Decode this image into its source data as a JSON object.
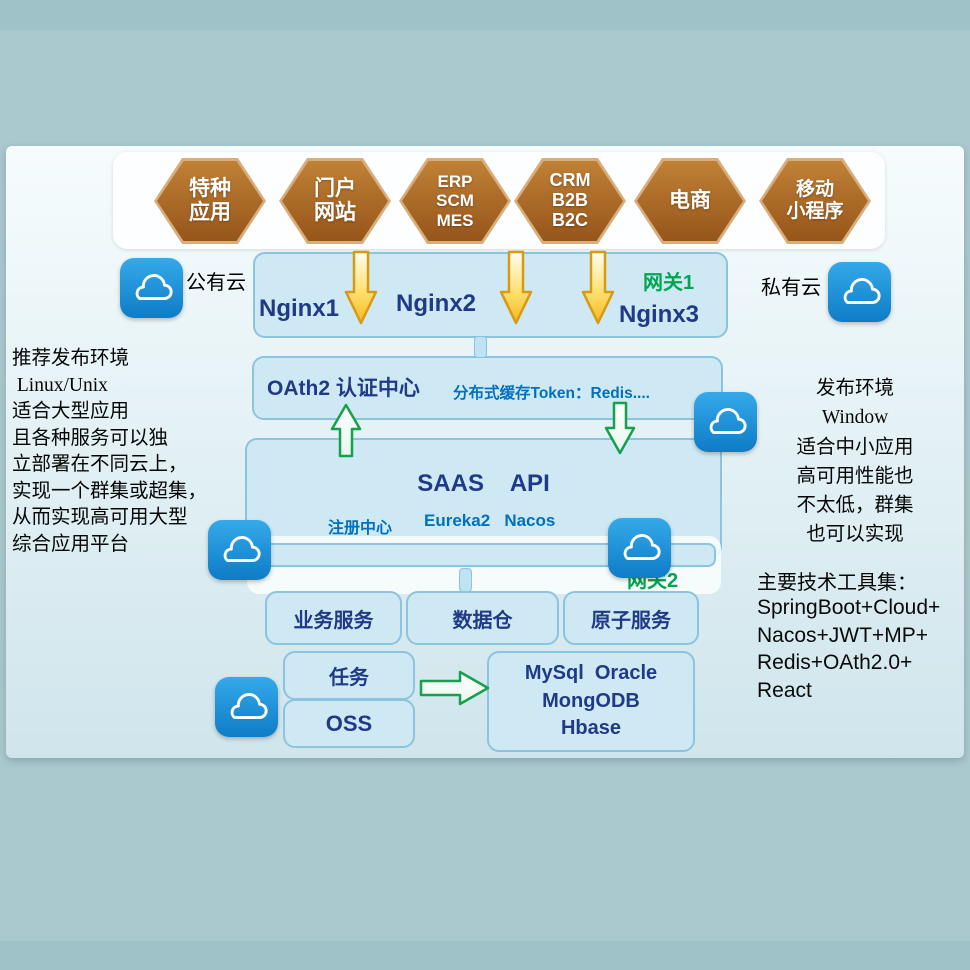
{
  "colors": {
    "bg": "#9fc2c9",
    "slide_bg": "#a9c9cf",
    "panel_top": "#f6fcfd",
    "panel_bottom": "#cfe5ec",
    "box_fill": "#cfe9f4",
    "box_border": "#8cc3de",
    "navy": "#203a87",
    "blue": "#0070c0",
    "green": "#00a651",
    "hex_light": "#d8ae7c",
    "hex_top": "#c08136",
    "hex_bottom": "#96551a",
    "cloud_top": "#35a9e9",
    "cloud_bottom": "#0e7cc7"
  },
  "hexagons": [
    {
      "label": "特种\n应用"
    },
    {
      "label": "门户\n网站"
    },
    {
      "label": "ERP\nSCM\nMES"
    },
    {
      "label": "CRM\nB2B\nB2C"
    },
    {
      "label": "电商"
    },
    {
      "label": "移动\n小程序"
    }
  ],
  "clouds": {
    "public_label": "公有云",
    "private_label": "私有云"
  },
  "gateway1": {
    "label": "网关1",
    "nodes": [
      "Nginx1",
      "Nginx2",
      "Nginx3"
    ]
  },
  "oauth": {
    "title": "OAth2 认证中心",
    "cache_note": "分布式缓存Token：Redis...."
  },
  "saas": {
    "title": "SAAS    API",
    "registry_label": "注册中心",
    "registry_items": "Eureka2   Nacos"
  },
  "gateway2": {
    "label": "网关2"
  },
  "services": [
    "业务服务",
    "数据仓",
    "原子服务"
  ],
  "storage": {
    "task": "任务",
    "oss": "OSS",
    "db": "MySql  Oracle\nMongODB\nHbase"
  },
  "left_note": "推荐发布环境\n Linux/Unix\n适合大型应用\n且各种服务可以独\n立部署在不同云上，\n实现一个群集或超集，\n从而实现高可用大型\n综合应用平台",
  "right_note": "发布环境\nWindow\n适合中小应用\n高可用性能也\n不太低，群集\n也可以实现",
  "tools": {
    "title": "主要技术工具集：",
    "stack": "SpringBoot+Cloud+\nNacos+JWT+MP+\nRedis+OAth2.0+\nReact"
  }
}
